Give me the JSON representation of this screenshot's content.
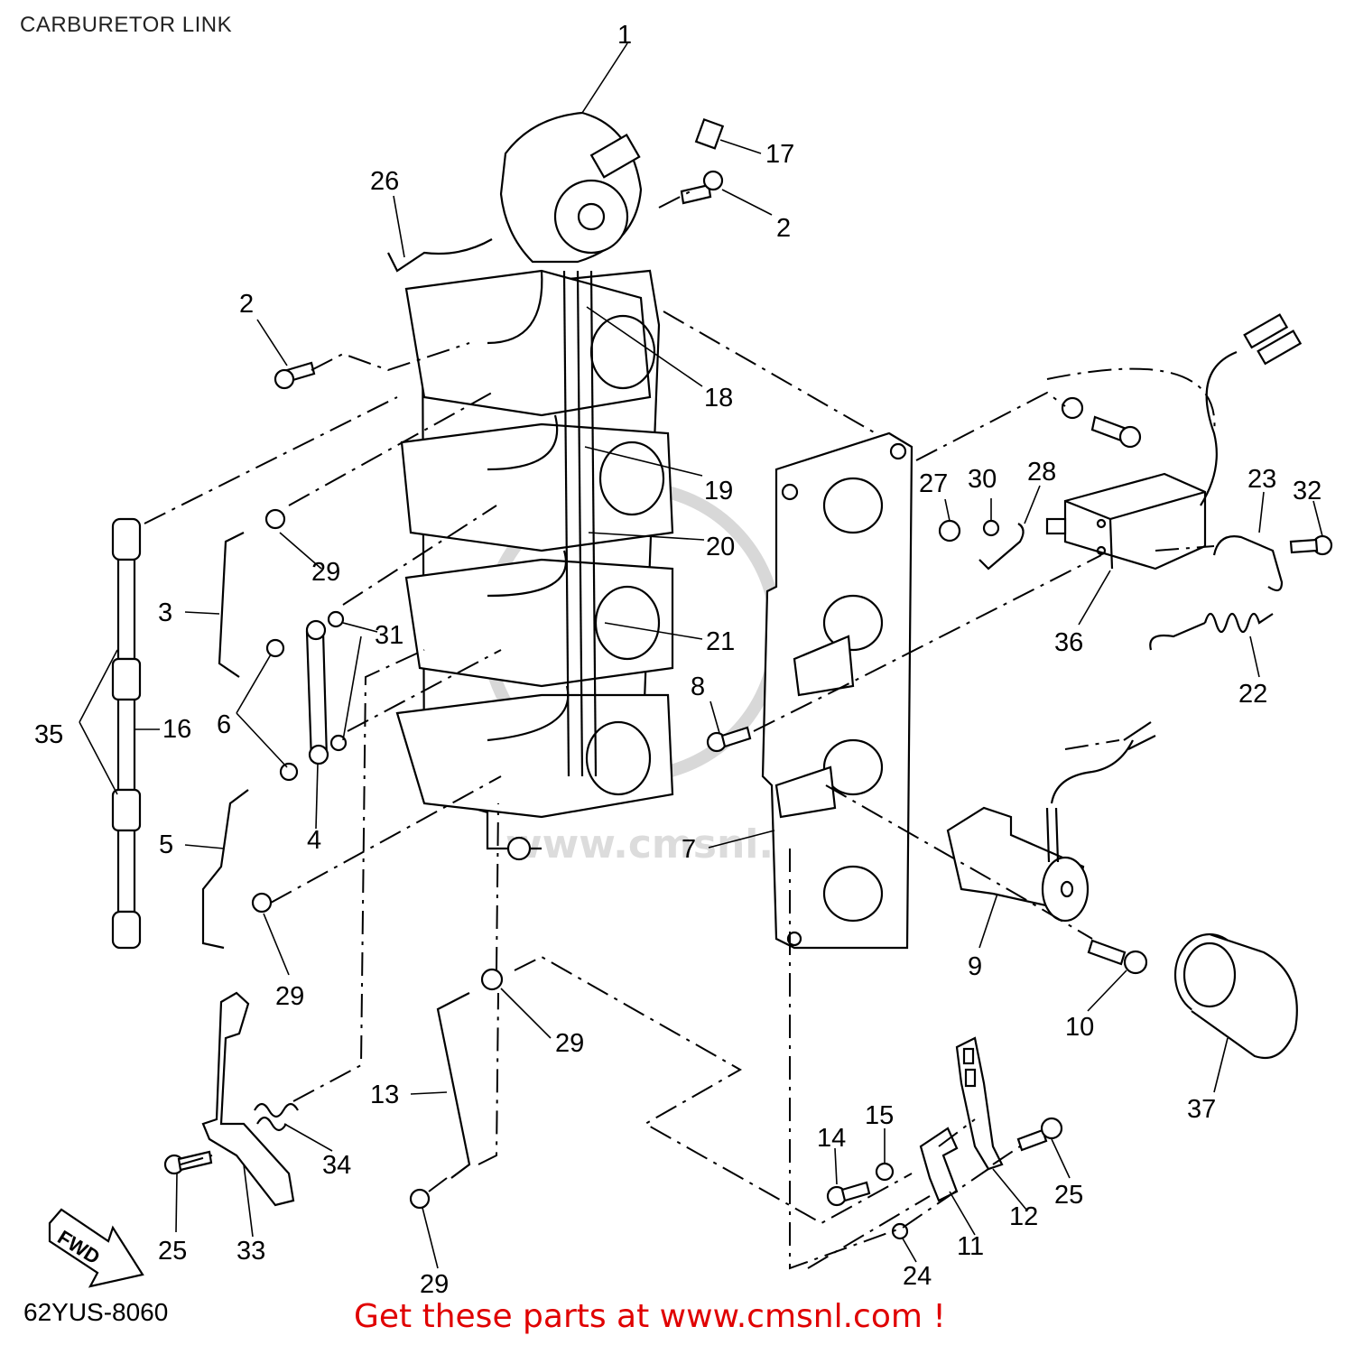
{
  "title": "CARBURETOR LINK",
  "diagram_code": "62YUS-8060",
  "promo_text": "Get these parts at www.cmsnl.com !",
  "watermark_text": "www.cmsnl.com",
  "fwd_label": "FWD",
  "callouts": {
    "c1": "1",
    "c2a": "2",
    "c2b": "2",
    "c3": "3",
    "c4": "4",
    "c5": "5",
    "c6": "6",
    "c7": "7",
    "c8": "8",
    "c9": "9",
    "c10": "10",
    "c11": "11",
    "c12": "12",
    "c13": "13",
    "c14": "14",
    "c15": "15",
    "c16": "16",
    "c17": "17",
    "c18": "18",
    "c19": "19",
    "c20": "20",
    "c21": "21",
    "c22": "22",
    "c23": "23",
    "c24": "24",
    "c25a": "25",
    "c25b": "25",
    "c26": "26",
    "c27": "27",
    "c28": "28",
    "c29a": "29",
    "c29b": "29",
    "c29c": "29",
    "c29d": "29",
    "c30": "30",
    "c31": "31",
    "c32": "32",
    "c33": "33",
    "c34": "34",
    "c35": "35",
    "c36": "36",
    "c37": "37"
  }
}
